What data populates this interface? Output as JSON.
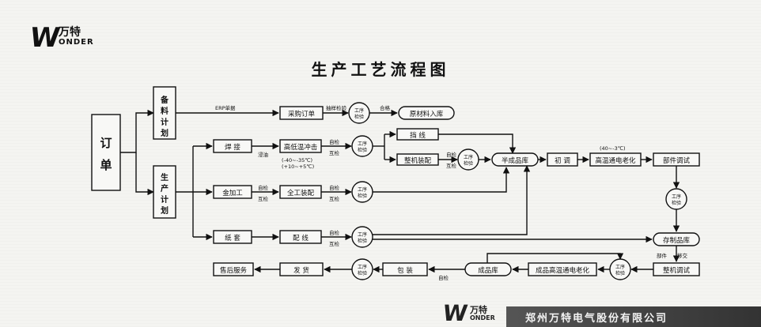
{
  "brand": {
    "logo_mark": "W",
    "logo_cn": "万特",
    "logo_en": "ONDER"
  },
  "title": "生产工艺流程图",
  "nodes": {
    "order": "订单",
    "mat_plan": "备料计划",
    "prod_plan": "生产计划",
    "purchase": "采购订单",
    "inspect": "工序检验",
    "warehouse": "原材料入库",
    "weld": "焊 接",
    "hot_dip": "高低温冲击",
    "wire": "挡 线",
    "assemble": "整机装配",
    "machining": "金加工",
    "parts_assy": "全工装配",
    "semi_lib": "半成品库",
    "initial": "初 调",
    "aging": "高温通电老化",
    "parts_test": "部件调试",
    "stock_lib": "存制品库",
    "fiber": "纸 套",
    "config": "配 线",
    "finish_test": "整机调试",
    "aging2": "成品高温通电老化",
    "prod_lib": "成品库",
    "pack": "包 装",
    "ship": "发 货",
    "service": "售后服务"
  },
  "edge_labels": {
    "erp": "ERP单据",
    "purchase_in": "抽样检验",
    "pass": "合格",
    "soak": "浸油",
    "temp1": "(-40~-35℃)",
    "temp2": "(+10~+5℃)",
    "check1": "自检",
    "check2": "互检",
    "self": "自检",
    "mutual": "互检",
    "temp_aging": "(40~-3℃)",
    "pack_self": "自检",
    "deliver": "部件",
    "move": "移交"
  },
  "footer": {
    "company": "郑州万特电气股份有限公司",
    "logo_cn": "万特",
    "logo_en": "ONDER"
  }
}
